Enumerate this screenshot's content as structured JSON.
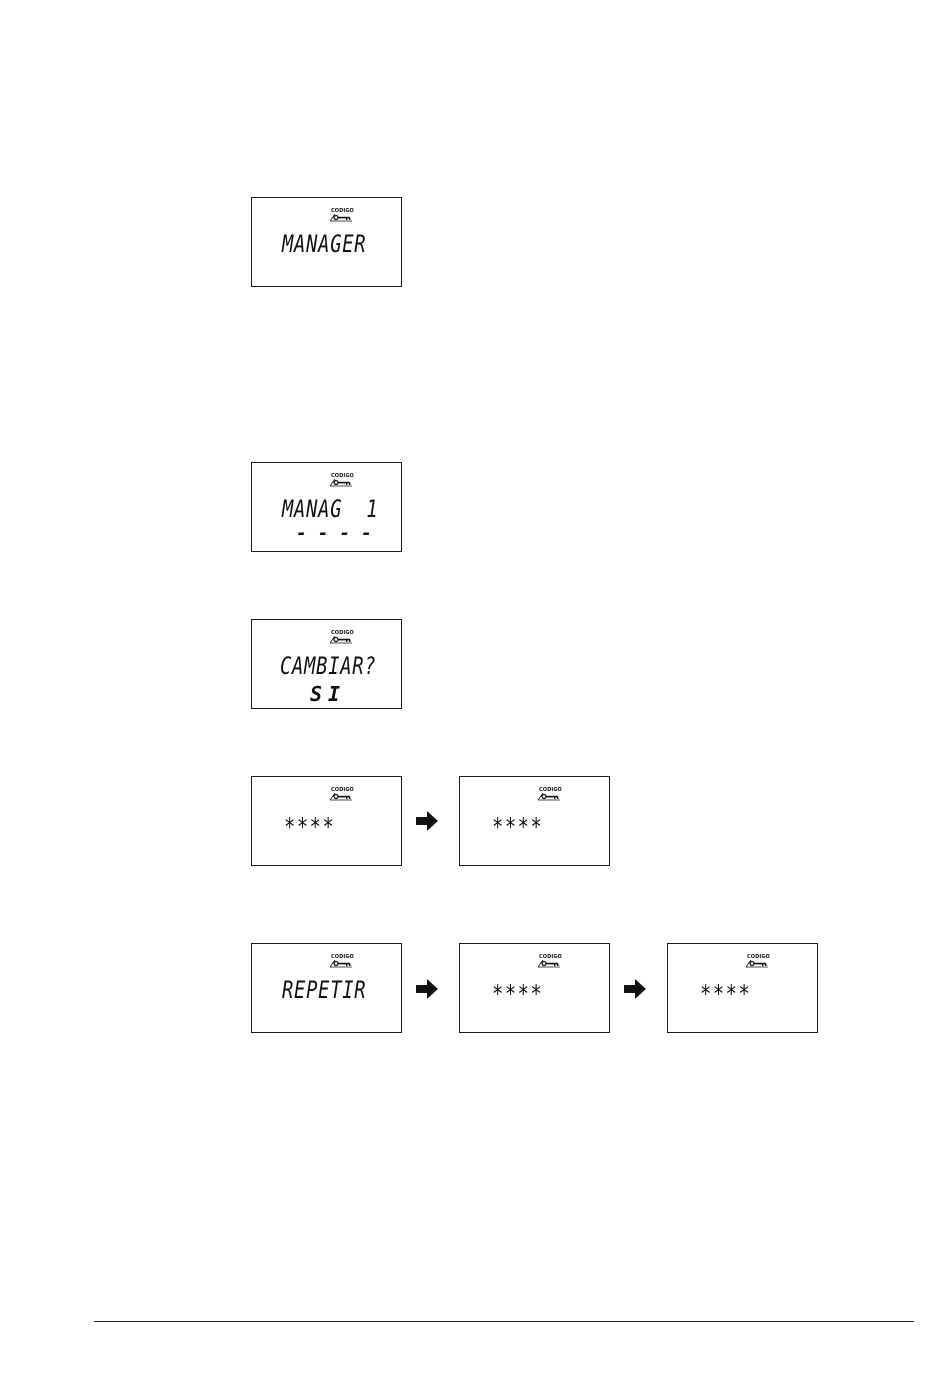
{
  "key_icon_label": "CODIGO",
  "screens": {
    "manager": {
      "line1": "MANAGER"
    },
    "managCode": {
      "line1": "MANAG  1",
      "line2": "- - - -"
    },
    "cambiar": {
      "line1": "CAMBIAR?",
      "line2": "SI"
    },
    "newCode": {
      "line1": "****"
    },
    "newCodeEntered": {
      "line1": "****"
    },
    "repetir": {
      "line1": "REPETIR"
    },
    "repeatCode": {
      "line1": "****"
    },
    "repeatCodeEntered": {
      "line1": "****"
    }
  },
  "arrow_icon": "right-arrow-icon"
}
